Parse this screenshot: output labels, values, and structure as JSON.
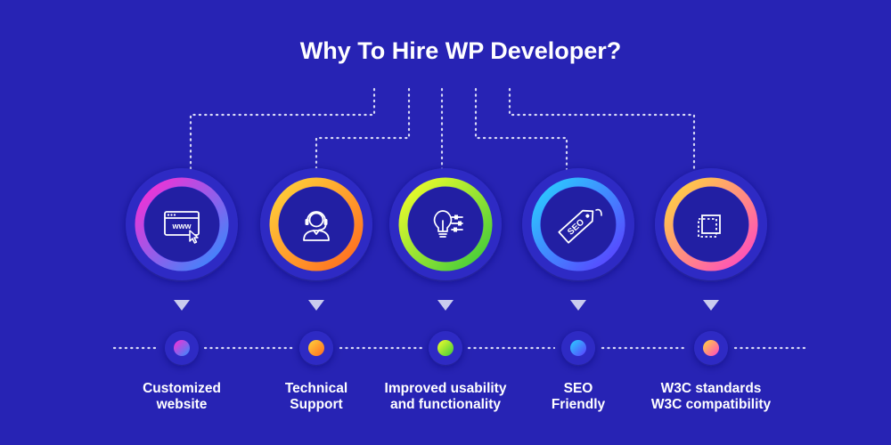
{
  "title": "Why To Hire WP Developer?",
  "colors": {
    "background": "#2723b4",
    "connector": "#d7d8f5",
    "disc_outer": "#2f2cc4",
    "disc_inner": "#221fa3",
    "marker": "#c9cbee"
  },
  "items": [
    {
      "label_lines": [
        "Customized",
        "website"
      ],
      "icon": "browser-cursor-icon",
      "icon_text": "www",
      "gradient": [
        "#ff2bd3",
        "#2f8cff"
      ]
    },
    {
      "label_lines": [
        "Technical",
        "Support"
      ],
      "icon": "headset-support-icon",
      "icon_text": "",
      "gradient": [
        "#ffd43b",
        "#ff6a1f"
      ]
    },
    {
      "label_lines": [
        "Improved usability",
        "and functionality"
      ],
      "icon": "lightbulb-settings-icon",
      "icon_text": "",
      "gradient": [
        "#f7ff2a",
        "#39c93b"
      ]
    },
    {
      "label_lines": [
        "SEO",
        "Friendly"
      ],
      "icon": "seo-tag-icon",
      "icon_text": "SEO",
      "gradient": [
        "#28d2ff",
        "#5c3cff"
      ]
    },
    {
      "label_lines": [
        "W3C standards",
        "W3C compatibility"
      ],
      "icon": "frame-crop-icon",
      "icon_text": "",
      "gradient": [
        "#ffd83a",
        "#ff45c4"
      ]
    }
  ]
}
